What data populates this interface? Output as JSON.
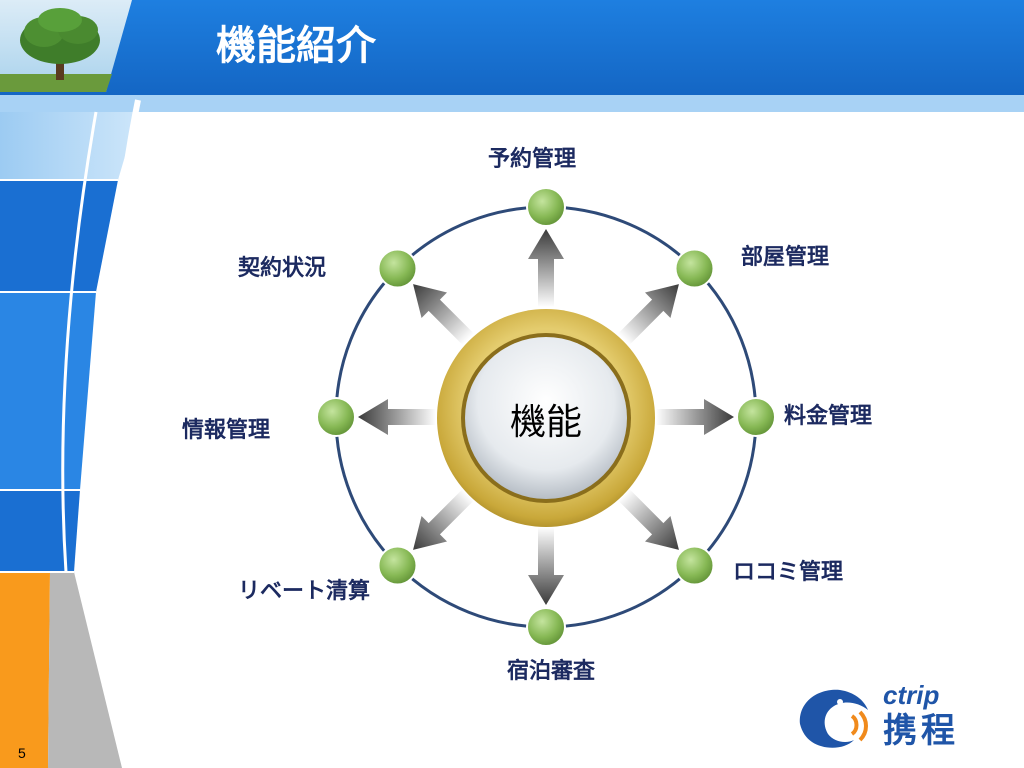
{
  "slide": {
    "title": "機能紹介",
    "number": "5"
  },
  "diagram": {
    "center": "機能",
    "items": [
      {
        "label": "予約管理"
      },
      {
        "label": "部屋管理"
      },
      {
        "label": "料金管理"
      },
      {
        "label": "ロコミ管理"
      },
      {
        "label": "宿泊審査"
      },
      {
        "label": "リベート清算"
      },
      {
        "label": "情報管理"
      },
      {
        "label": "契約状況"
      }
    ]
  },
  "logo": {
    "brand": "ctrip",
    "name": "携程"
  },
  "colors": {
    "header_blue": "#1976d8",
    "ring": "#2e4a78",
    "node_green": "#7db04a",
    "gold": "#c9a83a",
    "label_navy": "#1c2a60",
    "orange": "#f99a1c"
  }
}
